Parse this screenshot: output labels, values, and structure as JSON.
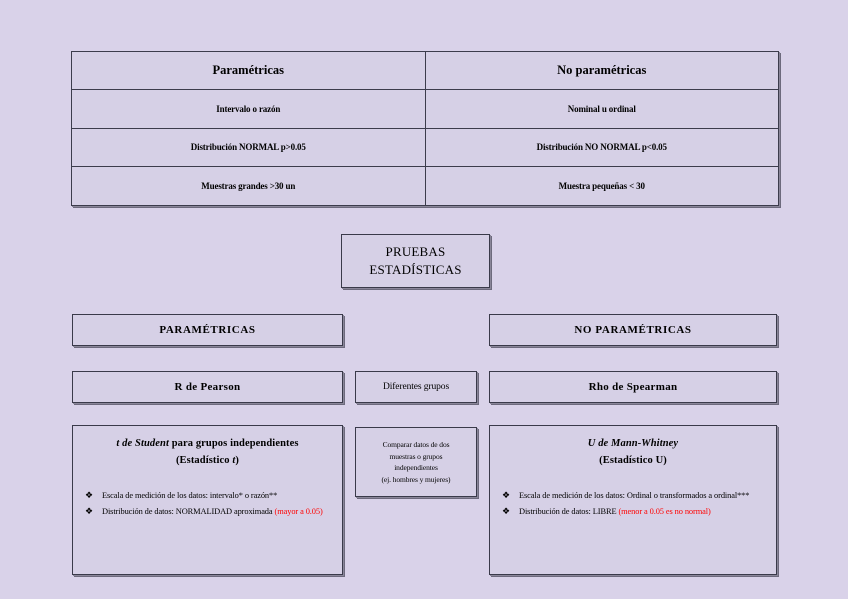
{
  "page": {
    "background_color": "#d9d2e9",
    "title": "Pruebas Estadísticas"
  },
  "comparison_table": {
    "headers": [
      {
        "label": "Paramétricas",
        "bg": "#f5c9a8"
      },
      {
        "label": "No paramétricas",
        "bg": "#efefef"
      }
    ],
    "rows": [
      {
        "parametricas": "Intervalo o razón",
        "no_parametricas": "Nominal u ordinal"
      },
      {
        "parametricas": "Distribución NORMAL  p>0.05",
        "no_parametricas": "Distribución NO NORMAL   p<0.05"
      },
      {
        "parametricas": "Muestras grandes >30 un",
        "no_parametricas": "Muestra pequeñas < 30"
      }
    ]
  },
  "central": {
    "line1": "PRUEBAS",
    "line2": "ESTADÍSTICAS"
  },
  "families": {
    "left": "PARAMÉTRICAS",
    "right": "NO PARAMÉTRICAS"
  },
  "tests": {
    "left": "R de Pearson",
    "middle": "Diferentes grupos",
    "right": "Rho de Spearman"
  },
  "middle_note": {
    "line1": "Comparar datos de dos",
    "line2": "muestras o grupos",
    "line3": "independientes",
    "line4": "(ej. hombres y mujeres)"
  },
  "student": {
    "title_italic": "t de Student",
    "title_rest": " para grupos independientes",
    "subtitle_pre": "(Estadístico ",
    "subtitle_italic": "t",
    "subtitle_post": ")",
    "bullets": [
      {
        "glyph": "❖",
        "text": "Escala de medición de los datos: intervalo* o razón**",
        "red_text": ""
      },
      {
        "glyph": "❖",
        "text": "Distribución de datos: NORMALIDAD aproximada ",
        "red_text": "(mayor a 0.05)"
      }
    ]
  },
  "mann": {
    "title_italic": "U de Mann-Whitney",
    "title_rest": "",
    "subtitle_pre": "(Estadístico U)",
    "subtitle_italic": "",
    "subtitle_post": "",
    "bullets": [
      {
        "glyph": "❖",
        "text": "Escala de medición de los datos: Ordinal o transformados a ordinal***",
        "red_text": ""
      },
      {
        "glyph": "❖",
        "text": "Distribución de datos: LIBRE ",
        "red_text": "(menor a 0.05 es no normal)"
      }
    ]
  },
  "colors": {
    "page_background": "#d9d2e9",
    "box_fill": "#d6d0e6",
    "header_parametricas": "#f5c9a8",
    "header_no_parametricas": "#efefef",
    "border": "#3a3a4a",
    "accent_red": "#ff0000"
  }
}
